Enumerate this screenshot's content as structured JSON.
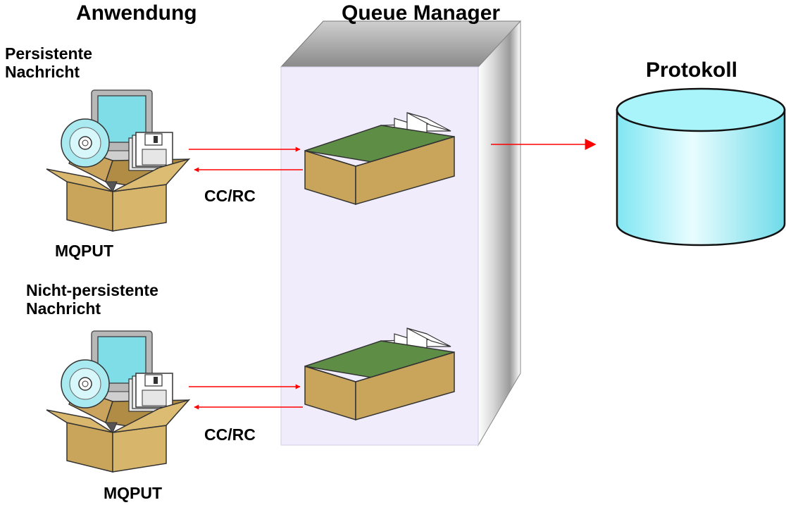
{
  "headers": {
    "application": "Anwendung",
    "queue_manager": "Queue Manager",
    "log": "Protokoll"
  },
  "top_app": {
    "title_line1": "Persistente",
    "title_line2": "Nachricht",
    "call": "MQPUT",
    "reply": "CC/RC"
  },
  "bottom_app": {
    "title_line1": "Nicht-persistente",
    "title_line2": "Nachricht",
    "call": "MQPUT",
    "reply": "CC/RC"
  },
  "colors": {
    "arrow": "#ff0000",
    "qm_front": "#f0ecfb",
    "cylinder": "#a9f3fb",
    "box": "#c8a55a",
    "queue_tray_floor": "#5e8e46"
  },
  "icons": [
    "software-package-icon",
    "queue-tray-icon",
    "database-cylinder-icon"
  ]
}
